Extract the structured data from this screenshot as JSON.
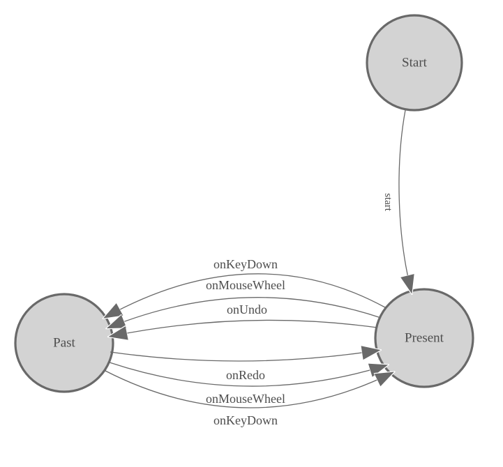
{
  "theme": {
    "background": "#ffffff",
    "node-fill": "#d3d3d3",
    "node-stroke": "#696969",
    "edge-stroke": "#696969",
    "arrow-fill": "#696969",
    "text-color": "#4d4d4d"
  },
  "diagram": {
    "type": "state-machine",
    "nodes": [
      {
        "id": "start",
        "label": "Start"
      },
      {
        "id": "present",
        "label": "Present"
      },
      {
        "id": "past",
        "label": "Past"
      }
    ],
    "edges": [
      {
        "from": "Start",
        "to": "Present",
        "label": "start"
      },
      {
        "from": "Present",
        "to": "Past",
        "label": "onKeyDown"
      },
      {
        "from": "Present",
        "to": "Past",
        "label": "onMouseWheel"
      },
      {
        "from": "Present",
        "to": "Past",
        "label": "onUndo"
      },
      {
        "from": "Past",
        "to": "Present",
        "label": "onRedo"
      },
      {
        "from": "Past",
        "to": "Present",
        "label": "onMouseWheel"
      },
      {
        "from": "Past",
        "to": "Present",
        "label": "onKeyDown"
      }
    ]
  }
}
